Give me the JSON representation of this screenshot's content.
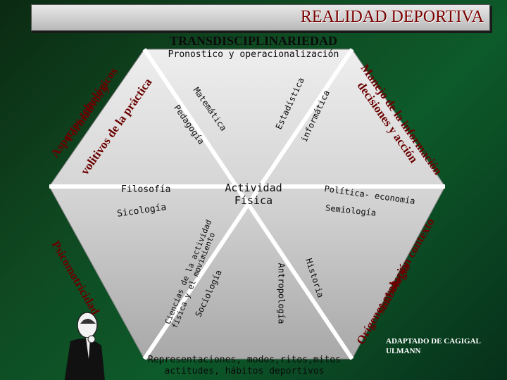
{
  "header": {
    "title": "REALIDAD DEPORTIVA"
  },
  "subtitle": "TRANSDISCIPLINARIEDAD",
  "pronostico": "Pronostico y operacionalización",
  "center": {
    "line1": "Actividad",
    "line2": "Física"
  },
  "outer_labels": {
    "top_left_1": "Aspectos teleológicos",
    "top_left_2": "Formativos y",
    "top_left_3": "volitivos de la práctica",
    "top_right_1": "Manejo de la información",
    "top_right_2": "decisiones y acción",
    "right_1": "Orígenes,evolución contexto",
    "right_2": "simbología",
    "left": "Psicomotricidad"
  },
  "inner_labels": {
    "matematica": "Matemática",
    "pedagogia": "Pedagogía",
    "estadistica": "Estadística",
    "informatica": "informática",
    "filosofia": "Filosofía",
    "sicologia": "Sicología",
    "politica": "Política- economía",
    "semiologia": "Semiología",
    "ciencias_1": "Ciencias de la actividad",
    "ciencias_2": "física y el movimiento",
    "sociologia": "Sociología",
    "antropologia": "Antropología",
    "historia": "Historia"
  },
  "bottom": {
    "line1": "Representaciones, modos,ritos,mitos",
    "line2": "actitudes, hábitos deportivos"
  },
  "credit": {
    "line1": "ADAPTADO DE CAGIGAL",
    "line2": "ULMANN"
  },
  "colors": {
    "hex_fill": "#d7d7d7",
    "background": "#0f4a22",
    "title_text": "#7a0000"
  }
}
